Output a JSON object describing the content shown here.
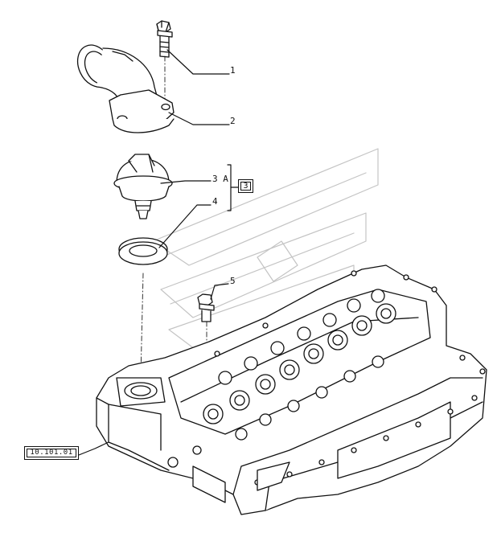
{
  "callouts": {
    "c1": "1",
    "c2": "2",
    "c3a": "3 A",
    "c4": "4",
    "c5": "5",
    "group": "3",
    "ref": "10.101.01"
  },
  "colors": {
    "line": "#111111",
    "background": "#ffffff",
    "watermark": "#bdbdbd"
  }
}
